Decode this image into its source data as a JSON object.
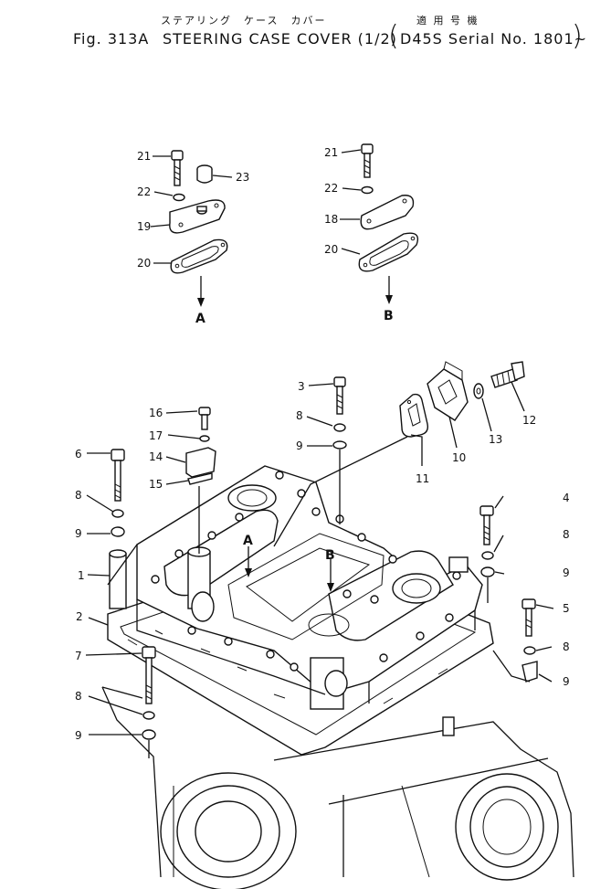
{
  "header": {
    "jp_title": "ステアリング　ケース　カバー",
    "jp_applicable": "適 用 号 機",
    "fig": "Fig. 313A",
    "title": "STEERING CASE COVER (1/2)",
    "paren_open": "(",
    "serial": "D45S Serial No. 1801~",
    "paren_close": ")"
  },
  "detail_labels": {
    "a": "A",
    "b": "B"
  },
  "callouts": [
    {
      "id": "c21a",
      "text": "21"
    },
    {
      "id": "c23",
      "text": "23"
    },
    {
      "id": "c22a",
      "text": "22"
    },
    {
      "id": "c19",
      "text": "19"
    },
    {
      "id": "c20a",
      "text": "20"
    },
    {
      "id": "c21b",
      "text": "21"
    },
    {
      "id": "c22b",
      "text": "22"
    },
    {
      "id": "c18",
      "text": "18"
    },
    {
      "id": "c20b",
      "text": "20"
    },
    {
      "id": "c3",
      "text": "3"
    },
    {
      "id": "c8a",
      "text": "8"
    },
    {
      "id": "c9a",
      "text": "9"
    },
    {
      "id": "c11",
      "text": "11"
    },
    {
      "id": "c10",
      "text": "10"
    },
    {
      "id": "c13",
      "text": "13"
    },
    {
      "id": "c12",
      "text": "12"
    },
    {
      "id": "c16",
      "text": "16"
    },
    {
      "id": "c17",
      "text": "17"
    },
    {
      "id": "c14",
      "text": "14"
    },
    {
      "id": "c15",
      "text": "15"
    },
    {
      "id": "c6",
      "text": "6"
    },
    {
      "id": "c8b",
      "text": "8"
    },
    {
      "id": "c9b",
      "text": "9"
    },
    {
      "id": "c1",
      "text": "1"
    },
    {
      "id": "c2",
      "text": "2"
    },
    {
      "id": "c4",
      "text": "4"
    },
    {
      "id": "c8c",
      "text": "8"
    },
    {
      "id": "c9c",
      "text": "9"
    },
    {
      "id": "c5",
      "text": "5"
    },
    {
      "id": "c8d",
      "text": "8"
    },
    {
      "id": "c9d",
      "text": "9"
    },
    {
      "id": "c7",
      "text": "7"
    },
    {
      "id": "c8e",
      "text": "8"
    },
    {
      "id": "c9e",
      "text": "9"
    }
  ]
}
